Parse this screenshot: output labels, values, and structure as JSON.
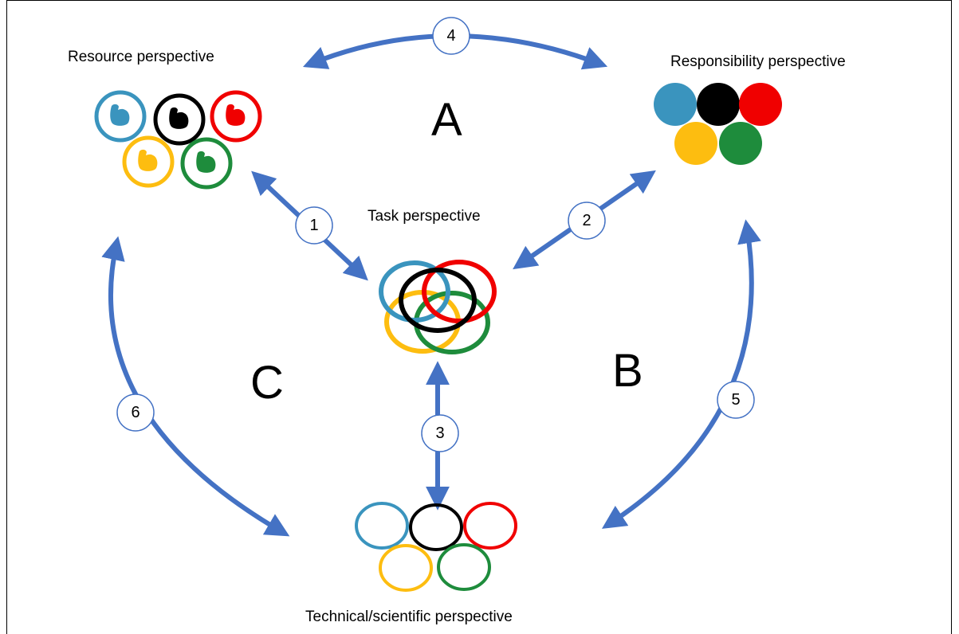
{
  "diagram": {
    "perspectives": {
      "resource": "Resource perspective",
      "responsibility": "Responsibility perspective",
      "task": "Task perspective",
      "technical": "Technical/scientific perspective"
    },
    "regions": {
      "a": "A",
      "b": "B",
      "c": "C"
    },
    "links": {
      "one": "1",
      "two": "2",
      "three": "3",
      "four": "4",
      "five": "5",
      "six": "6"
    },
    "colors": {
      "arrow": "#4472C4",
      "blue": "#3A94BE",
      "black": "#000000",
      "red": "#F00000",
      "yellow": "#FDBD10",
      "green": "#1E8C3C"
    },
    "icons": {
      "resource": "flexed-arm-rings",
      "responsibility": "filled-olympic-circles",
      "task": "overlapping-olympic-rings",
      "technical": "olympic-rings"
    }
  }
}
